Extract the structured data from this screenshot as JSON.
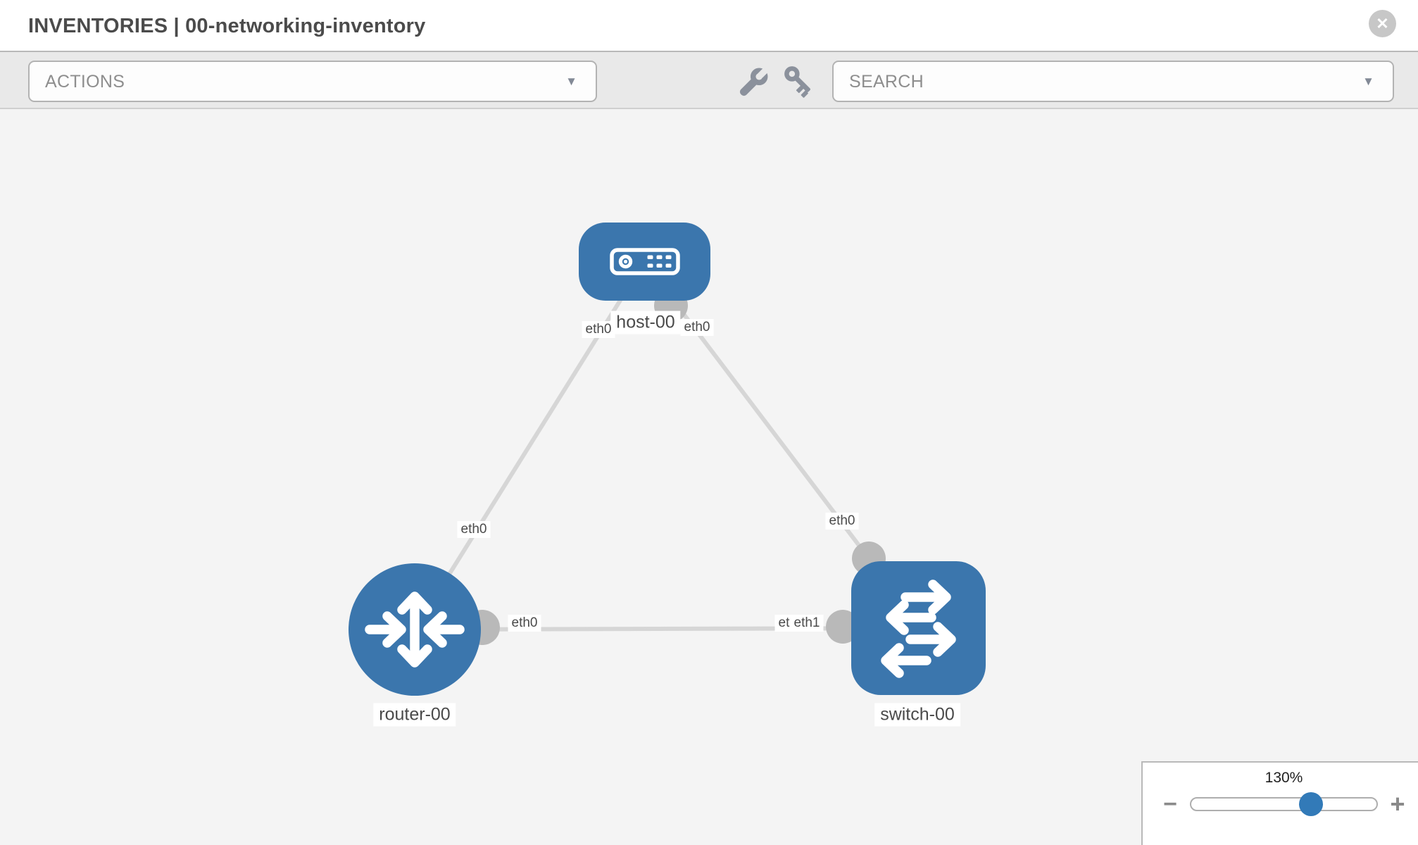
{
  "header": {
    "title": "INVENTORIES | 00-networking-inventory"
  },
  "toolbar": {
    "actions_label": "ACTIONS",
    "search_label": "SEARCH"
  },
  "icons": {
    "close": "✕",
    "caret": "▼",
    "zoom_out": "−",
    "zoom_in": "+"
  },
  "topology": {
    "nodes": [
      {
        "id": "host-00",
        "type": "host",
        "label": "host-00"
      },
      {
        "id": "router-00",
        "type": "router",
        "label": "router-00"
      },
      {
        "id": "switch-00",
        "type": "switch",
        "label": "switch-00"
      }
    ],
    "links": [
      {
        "from": "host-00",
        "from_iface": "eth0",
        "to": "router-00",
        "to_iface": "eth0"
      },
      {
        "from": "host-00",
        "from_iface": "eth0",
        "to": "switch-00",
        "to_iface": "eth0"
      },
      {
        "from": "router-00",
        "from_iface": "eth0",
        "to": "switch-00",
        "to_iface": "eth1",
        "to_iface_overlapped": "eth0"
      }
    ]
  },
  "zoom_control": {
    "value": "130%"
  },
  "colors": {
    "node_blue": "#3b76ad",
    "slider_blue": "#327ab8",
    "link_gray": "#d6d6d6",
    "interface_gray": "#b9b9b9",
    "canvas_bg": "#f4f4f4",
    "toolbar_bg": "#e9e9e9"
  }
}
